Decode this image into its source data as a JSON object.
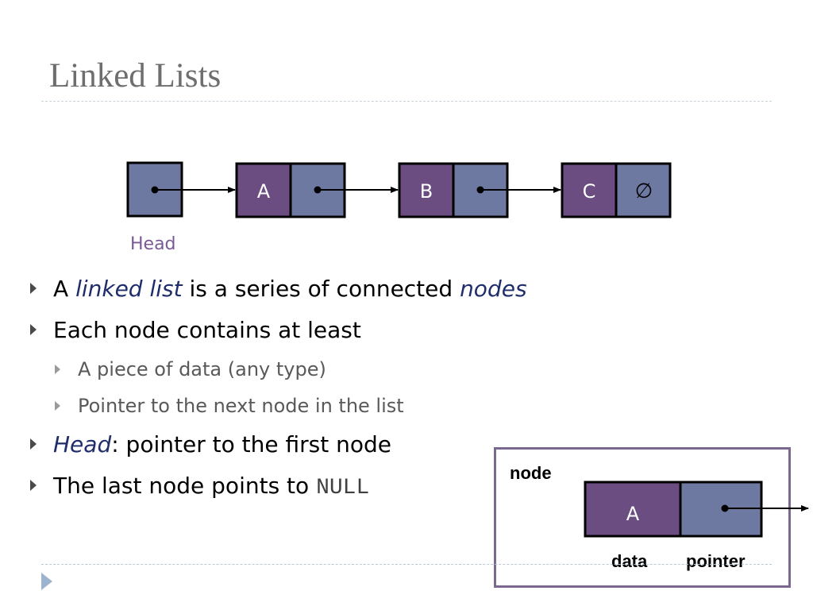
{
  "slide": {
    "title": "Linked Lists"
  },
  "diagram": {
    "head_label": "Head",
    "nodes": [
      {
        "value": "A"
      },
      {
        "value": "B"
      },
      {
        "value": "C"
      }
    ],
    "null_symbol": "∅",
    "colors": {
      "data_cell": "#6b4d82",
      "pointer_cell": "#6e79a2",
      "border": "#000000"
    }
  },
  "bullets": {
    "b1": {
      "prefix": "A ",
      "term1": "linked list",
      "middle": " is a series of connected ",
      "term2": "nodes"
    },
    "b2": {
      "text": "Each node contains at least"
    },
    "b2_sub1": {
      "text": "A piece of data (any type)"
    },
    "b2_sub2": {
      "text": "Pointer to the next node in the list"
    },
    "b3": {
      "term": "Head",
      "rest": ": pointer to the first node"
    },
    "b4": {
      "prefix": "The last node points to ",
      "code": "NULL"
    }
  },
  "node_legend": {
    "title": "node",
    "value": "A",
    "data_label": "data",
    "pointer_label": "pointer"
  }
}
